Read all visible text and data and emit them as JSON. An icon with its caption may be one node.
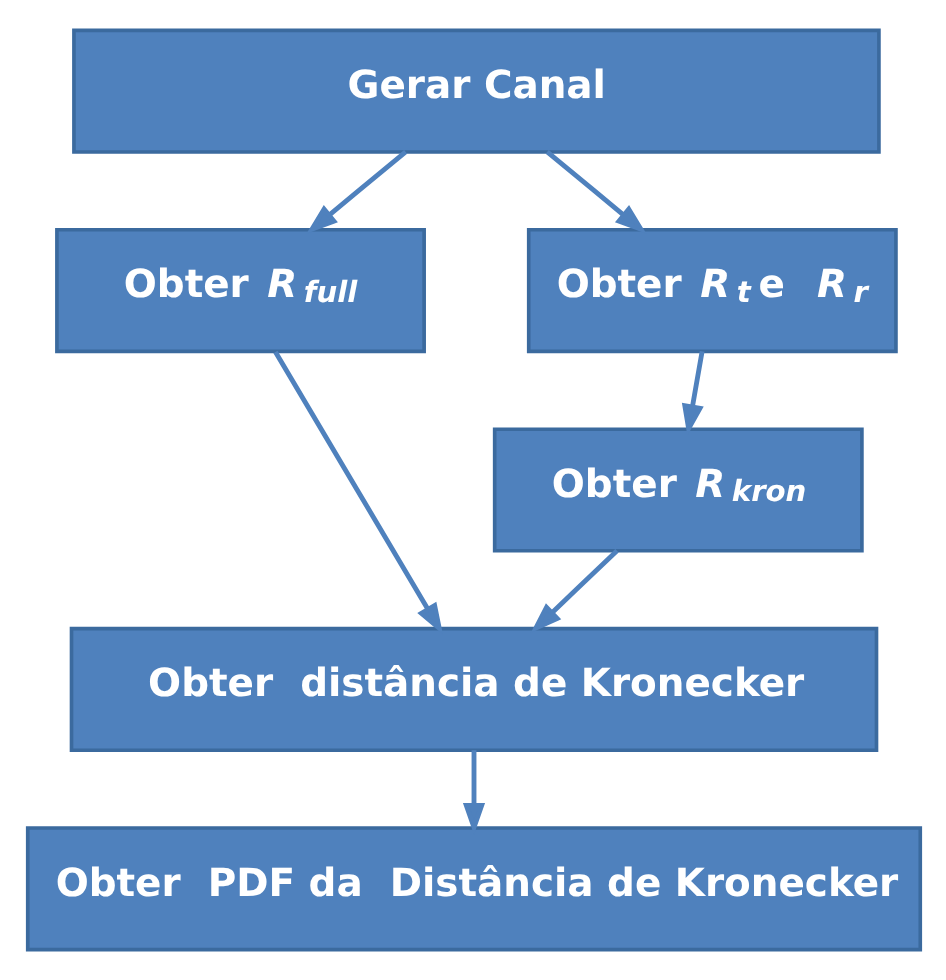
{
  "diagram": {
    "nodes": [
      {
        "text": [
          "Gerar Canal"
        ]
      },
      {
        "text": [
          "Obter *R*$_{full}$"
        ]
      },
      {
        "text": [
          "Obter *R*$_{t}$ e *R*$_{r}$"
        ]
      },
      {
        "text": [
          "Obter *R*$_{kron}$"
        ]
      },
      {
        "text": [
          "Obter  distância de Kronecker"
        ]
      },
      {
        "text": [
          "Obter  PDF da  Distância de Kronecker"
        ]
      }
    ],
    "edges": [
      {
        "from": 0,
        "to": 1,
        "arrow": "to"
      },
      {
        "from": 0,
        "to": 2,
        "arrow": "to"
      },
      {
        "from": 2,
        "to": 3,
        "arrow": "to"
      },
      {
        "from": 1,
        "to": 4,
        "arrow": "to"
      },
      {
        "from": 3,
        "to": 4,
        "arrow": "to"
      },
      {
        "from": 4,
        "to": 5,
        "arrow": "to"
      }
    ]
  }
}
